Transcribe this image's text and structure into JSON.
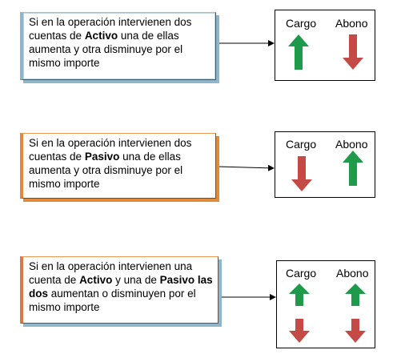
{
  "rows": [
    {
      "text_parts": [
        {
          "t": "Si en la operación intervienen dos cuentas de ",
          "b": false
        },
        {
          "t": "Activo",
          "b": true
        },
        {
          "t": " una de ellas aumenta y otra disminuye por el mismo importe",
          "b": false
        }
      ],
      "cargo_label": "Cargo",
      "abono_label": "Abono"
    },
    {
      "text_parts": [
        {
          "t": "Si en la operación intervienen dos cuentas de ",
          "b": false
        },
        {
          "t": "Pasivo",
          "b": true
        },
        {
          "t": "  una de ellas aumenta y otra disminuye por el mismo importe",
          "b": false
        }
      ],
      "cargo_label": "Cargo",
      "abono_label": "Abono"
    },
    {
      "text_parts": [
        {
          "t": "Si en la operación intervienen una cuenta de ",
          "b": false
        },
        {
          "t": "Activo",
          "b": true
        },
        {
          "t": " y una de ",
          "b": false
        },
        {
          "t": "Pasivo",
          "b": true
        },
        {
          "t": " ",
          "b": false
        },
        {
          "t": "las dos",
          "b": true
        },
        {
          "t": " aumentan o disminuyen por el mismo importe",
          "b": false
        }
      ],
      "cargo_label": "Cargo",
      "abono_label": "Abono"
    }
  ],
  "colors": {
    "up_arrow": "#1e9a4a",
    "down_arrow": "#c44b45"
  }
}
